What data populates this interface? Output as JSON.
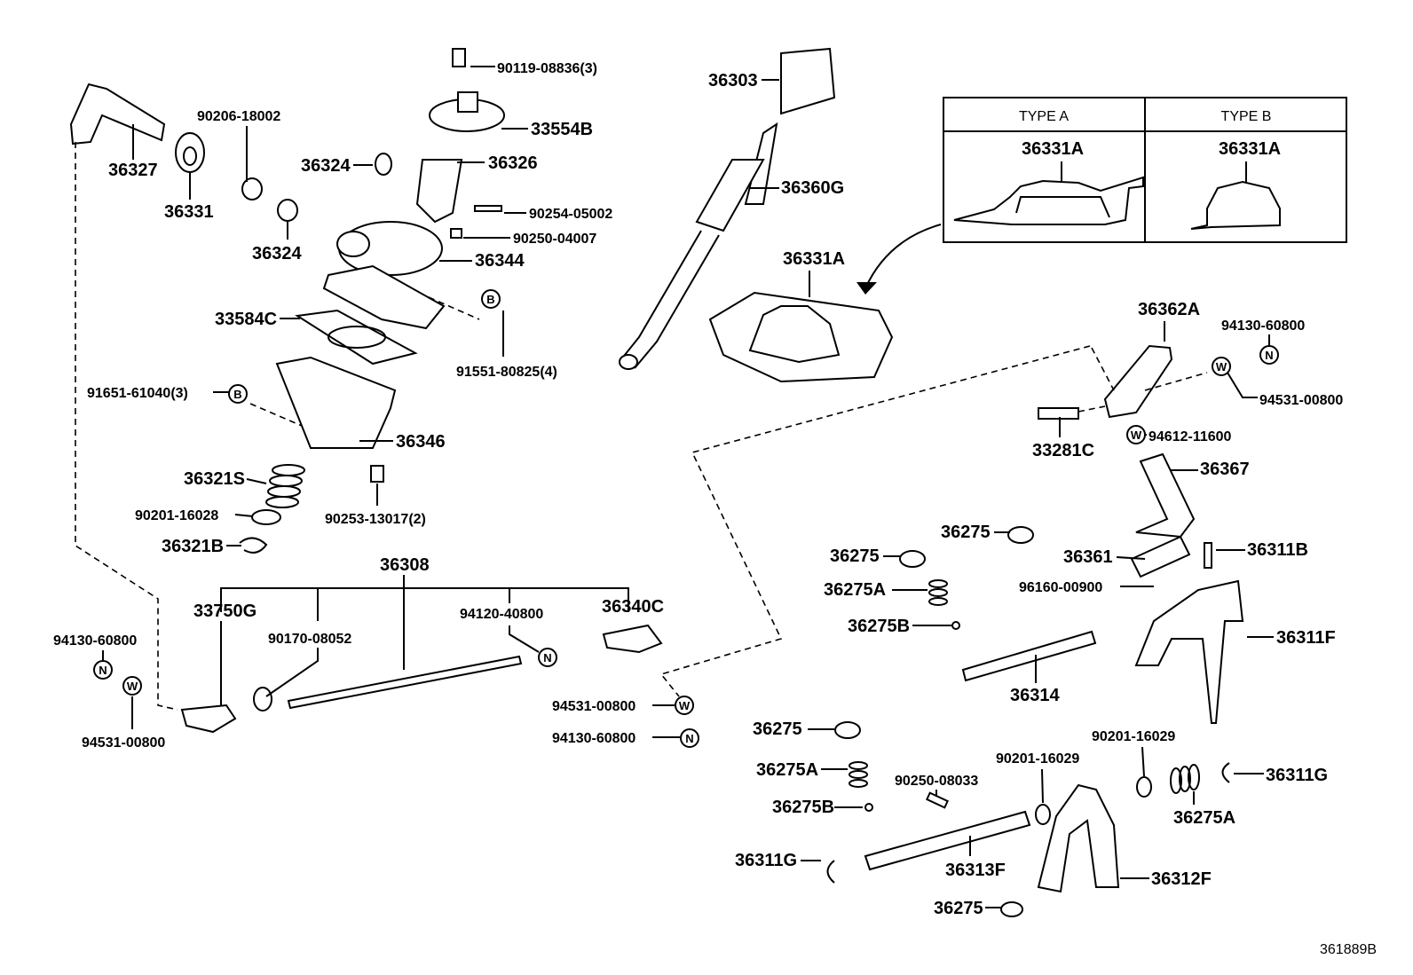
{
  "diagram_code": "361889B",
  "type_table": {
    "type_a": {
      "header": "TYPE A",
      "part": "36331A"
    },
    "type_b": {
      "header": "TYPE B",
      "part": "36331A"
    }
  },
  "symbols": {
    "bolt_b": "B",
    "nut_n": "N",
    "washer_w": "W"
  },
  "labels": [
    "90119-08836(3)",
    "36303",
    "90206-18002",
    "33554B",
    "36327",
    "36324",
    "36326",
    "36360G",
    "36331",
    "90254-05002",
    "90250-04007",
    "36324",
    "36344",
    "36331A",
    "33584C",
    "91551-80825(4)",
    "91651-61040(3)",
    "36346",
    "36321S",
    "90201-16028",
    "90253-13017(2)",
    "36321B",
    "36308",
    "33750G",
    "36340C",
    "94120-40800",
    "90170-08052",
    "94130-60800",
    "94531-00800",
    "94531-00800",
    "94130-60800",
    "36362A",
    "94130-60800",
    "94531-00800",
    "94612-11600",
    "33281C",
    "36367",
    "36275",
    "36275",
    "36361",
    "36311B",
    "36275A",
    "96160-00900",
    "36275B",
    "36311F",
    "36314",
    "36275",
    "90201-16029",
    "90201-16029",
    "36275A",
    "36311G",
    "90250-08033",
    "36275B",
    "36275A",
    "36311G",
    "36313F",
    "36312F",
    "36275"
  ]
}
